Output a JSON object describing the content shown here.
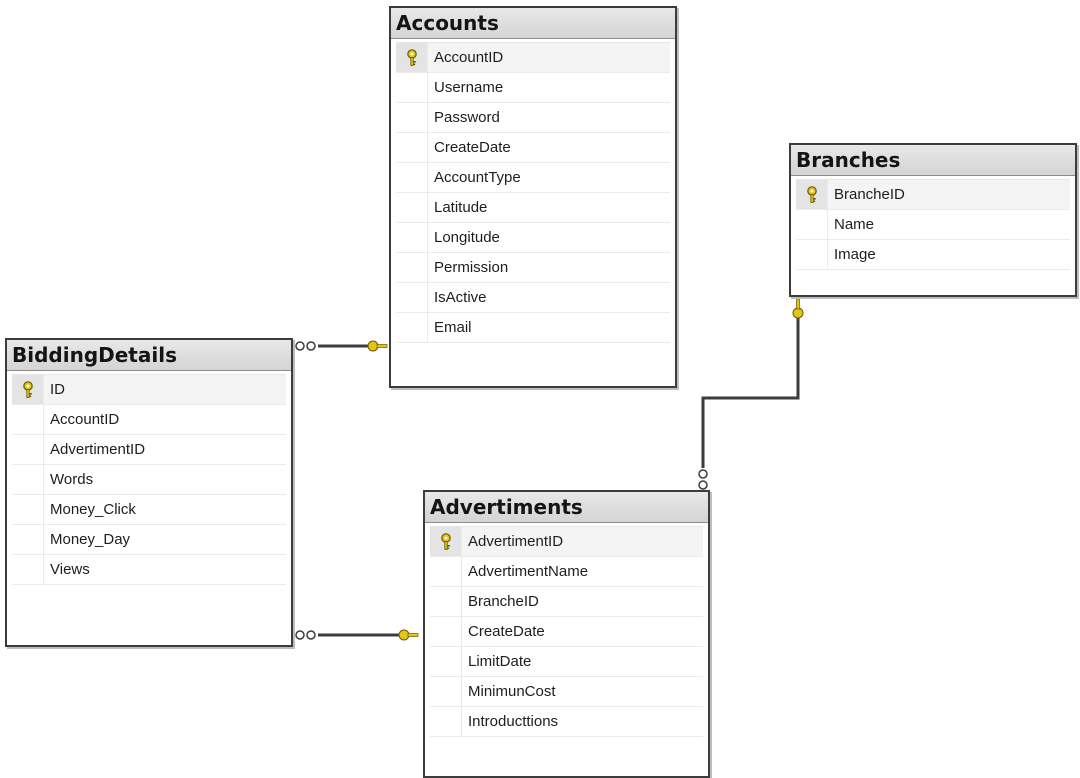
{
  "tables": {
    "accounts": {
      "title": "Accounts",
      "columns": [
        "AccountID",
        "Username",
        "Password",
        "CreateDate",
        "AccountType",
        "Latitude",
        "Longitude",
        "Permission",
        "IsActive",
        "Email"
      ]
    },
    "branches": {
      "title": "Branches",
      "columns": [
        "BrancheID",
        "Name",
        "Image"
      ]
    },
    "bidding_details": {
      "title": "BiddingDetails",
      "columns": [
        "ID",
        "AccountID",
        "AdvertimentID",
        "Words",
        "Money_Click",
        "Money_Day",
        "Views"
      ]
    },
    "advertiments": {
      "title": "Advertiments",
      "columns": [
        "AdvertimentID",
        "AdvertimentName",
        "BrancheID",
        "CreateDate",
        "LimitDate",
        "MinimunCost",
        "Introducttions"
      ]
    }
  },
  "relationships": [
    {
      "from": "bidding_details",
      "to": "accounts",
      "many_side": "bidding_details",
      "key_side": "accounts"
    },
    {
      "from": "bidding_details",
      "to": "advertiments",
      "many_side": "bidding_details",
      "key_side": "advertiments"
    },
    {
      "from": "advertiments",
      "to": "branches",
      "many_side": "advertiments",
      "key_side": "branches"
    }
  ],
  "colors": {
    "key_icon": "#e3c51a",
    "line": "#3c3c3c"
  },
  "icons": {
    "primary_key": "key-icon"
  }
}
